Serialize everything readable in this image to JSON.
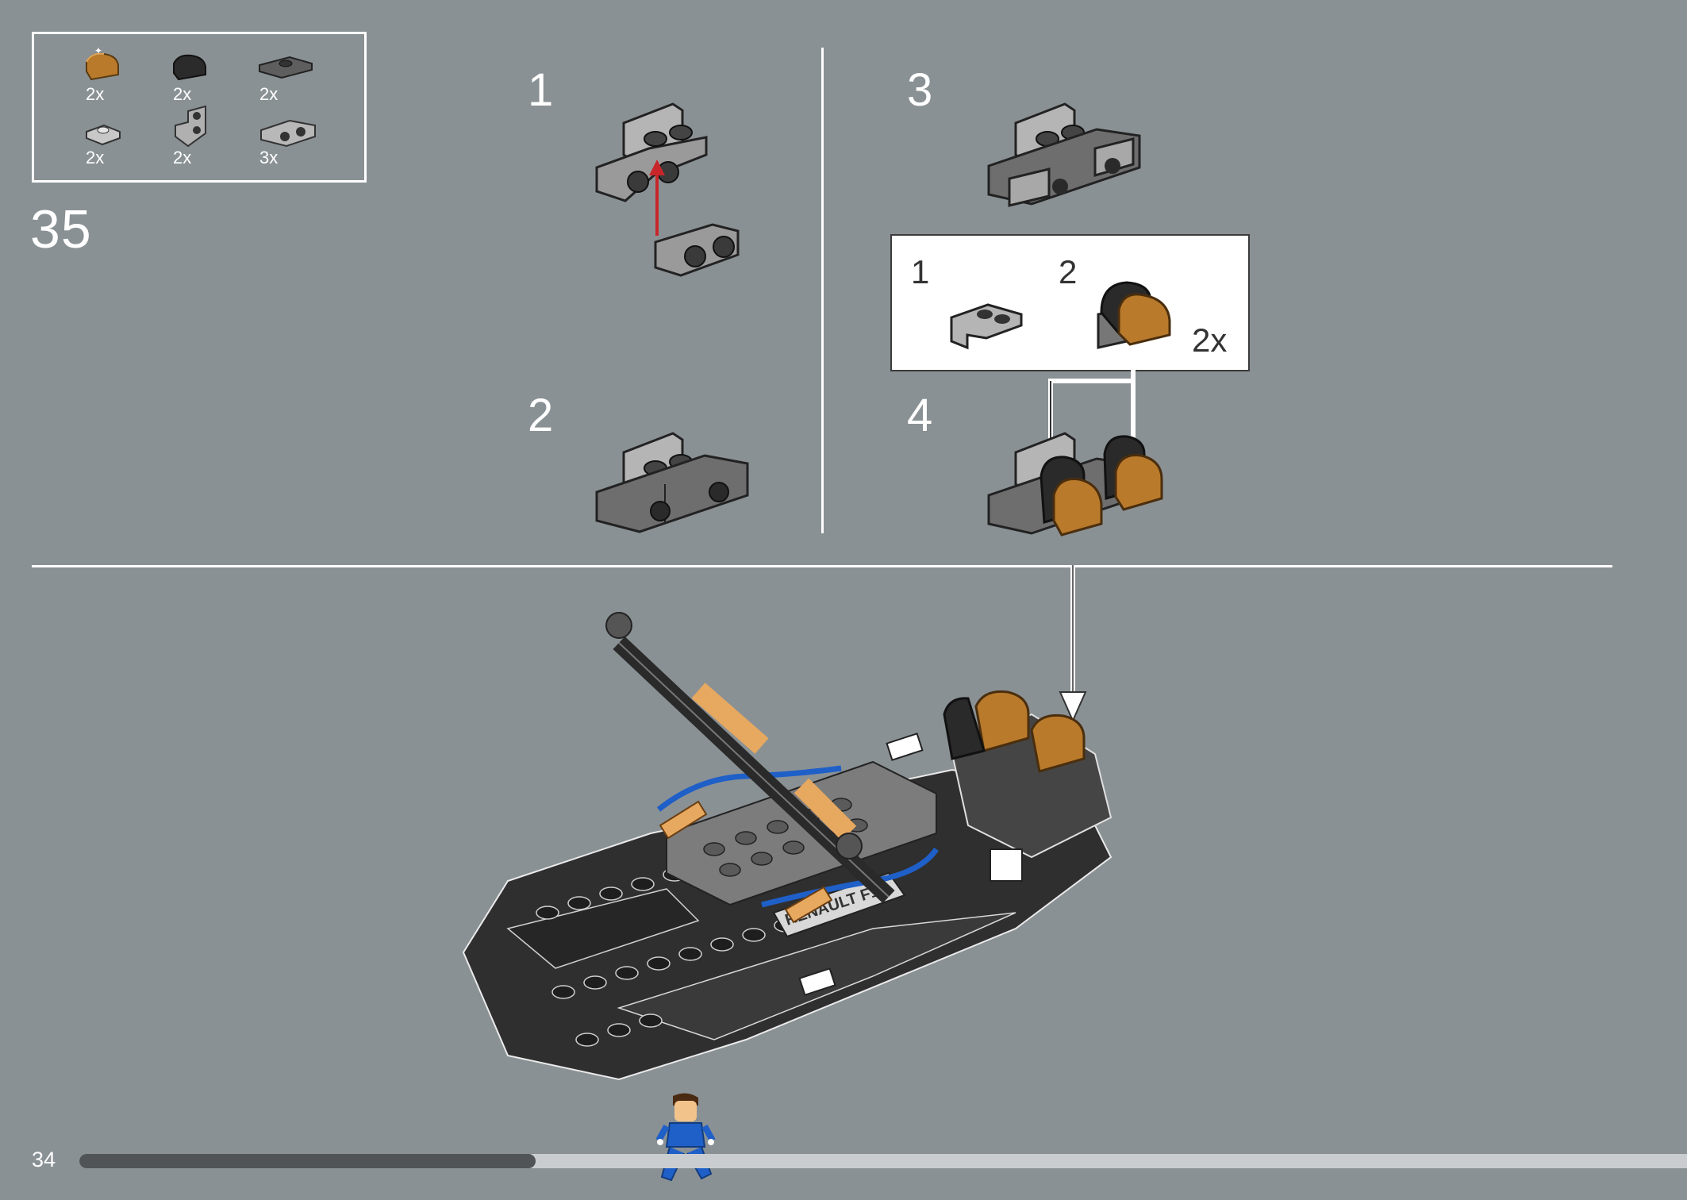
{
  "step_number": "35",
  "page_number": "34",
  "progress_fraction": 0.284,
  "parts_list": [
    {
      "icon": "brown-curved-slope-icon",
      "qty": "2x"
    },
    {
      "icon": "black-curved-slope-icon",
      "qty": "2x"
    },
    {
      "icon": "dark-jumper-plate-icon",
      "qty": "2x"
    },
    {
      "icon": "light-plate-1x1-icon",
      "qty": "2x"
    },
    {
      "icon": "bracket-1x1-vertical-icon",
      "qty": "2x"
    },
    {
      "icon": "bracket-1x2-icon",
      "qty": "3x"
    }
  ],
  "substeps": [
    "1",
    "2",
    "3",
    "4"
  ],
  "callout": {
    "items": [
      "1",
      "2"
    ],
    "quantity": "2x"
  },
  "colors": {
    "background": "#8a9194",
    "brown_element": "#b97a2b",
    "red_arrow": "#c8262a",
    "progress_filled": "#505456",
    "progress_remaining": "#c9cdcf",
    "minifig_blue": "#1f5fc8"
  },
  "model_decal": "RENAULT F1"
}
